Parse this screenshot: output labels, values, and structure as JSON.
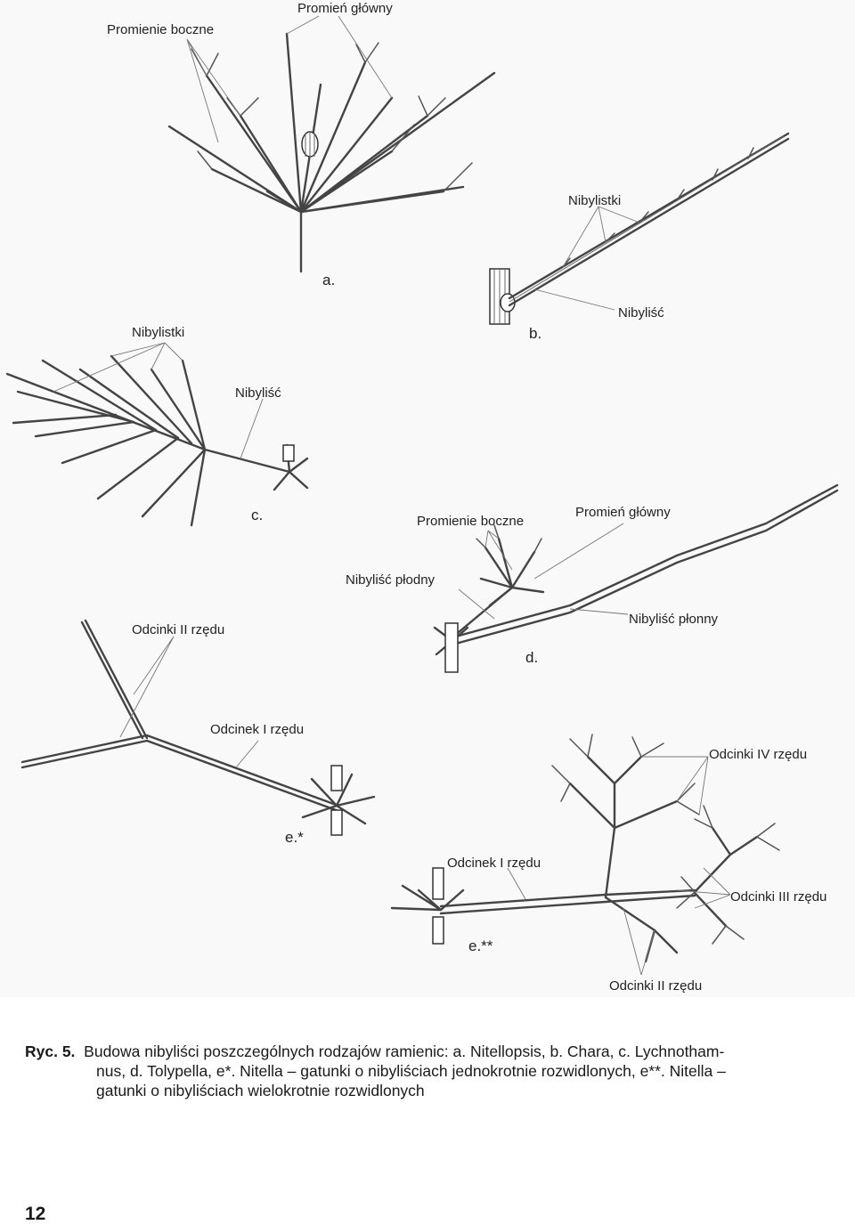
{
  "figure": {
    "panels": {
      "a": {
        "label": "a.",
        "annotations": [
          "Promienie boczne",
          "Promień główny"
        ]
      },
      "b": {
        "label": "b.",
        "annotations": [
          "Nibylistki",
          "Nibyliść"
        ]
      },
      "c": {
        "label": "c.",
        "annotations": [
          "Nibylistki",
          "Nibyliść"
        ]
      },
      "d": {
        "label": "d.",
        "annotations": [
          "Promienie  boczne",
          "Promień główny",
          "Nibyliść płodny",
          "Nibyliść płonny"
        ]
      },
      "e1": {
        "label": "e.*",
        "annotations": [
          "Odcinki II rzędu",
          "Odcinek I rzędu"
        ]
      },
      "e2": {
        "label": "e.**",
        "annotations": [
          "Odcinki IV rzędu",
          "Odcinek I rzędu",
          "Odcinki III rzędu",
          "Odcinki II rzędu"
        ]
      }
    }
  },
  "caption": {
    "label": "Ryc. 5.",
    "line1": "Budowa nibyliści poszczególnych rodzajów ramienic: a. Nitellopsis, b. Chara, c. Lychnotham-",
    "line2": "nus, d. Tolypella, e*. Nitella – gatunki o nibyliściach jednokrotnie rozwidlonych, e**. Nitella –",
    "line3": "gatunki o nibyliściach wielokrotnie rozwidlonych"
  },
  "page_number": "12"
}
